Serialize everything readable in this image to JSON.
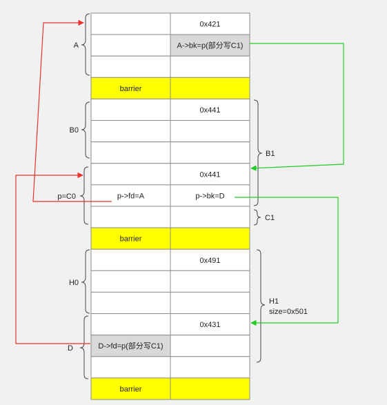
{
  "cells": {
    "r0c2": "0x421",
    "r1c2": "A->bk=p(部分写C1)",
    "r3c1": "barrier",
    "r4c2": "0x441",
    "r7c2": "0x441",
    "r8c1": "p->fd=A",
    "r8c2": "p->bk=D",
    "r10c1": "barrier",
    "r11c2": "0x491",
    "r14c2": "0x431",
    "r15c1": "D->fd=p(部分写C1)",
    "r17c1": "barrier"
  },
  "labels": {
    "A": "A",
    "B0": "B0",
    "pC0": "p=C0",
    "H0": "H0",
    "D": "D",
    "B1": "B1",
    "C1": "C1",
    "H1": "H1",
    "H1size": "size=0x501"
  },
  "colors": {
    "barrier": "#ffff00",
    "highlight": "#d9d9d9",
    "pointer_red": "#e8312a",
    "pointer_green": "#22cc22"
  }
}
